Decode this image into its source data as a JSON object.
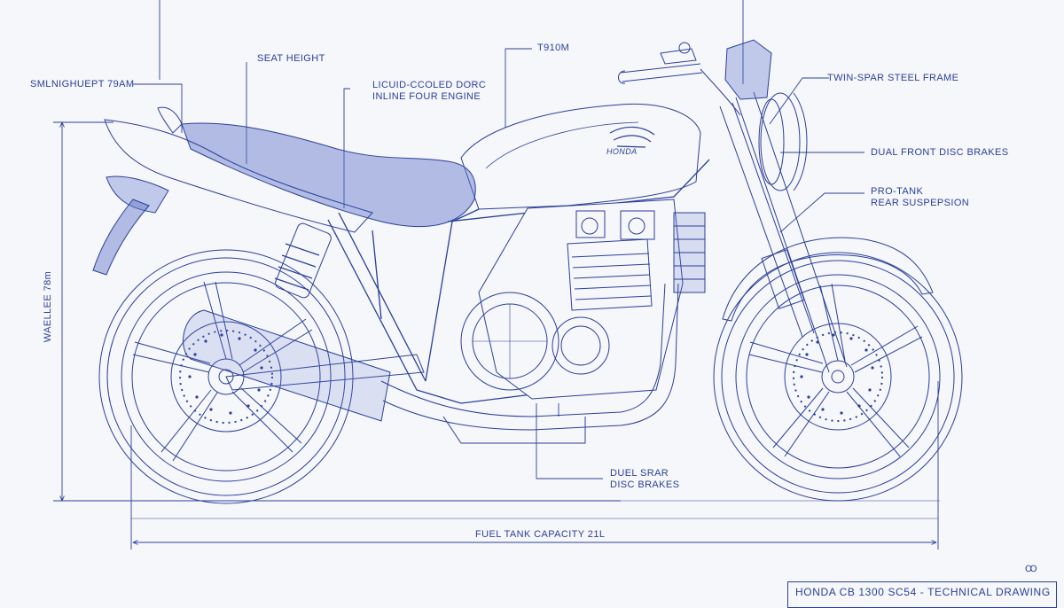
{
  "labels": {
    "seat_height": "SEAT HEIGHT",
    "top_value": "T910M",
    "left_top": "SMLNIGHUEPT 79AM",
    "engine_line1": "LICUID-CCOLED DORC",
    "engine_line2": "INLINE FOUR ENGINE",
    "frame": "TWIN-SPAR STEEL FRAME",
    "front_brakes": "DUAL FRONT DISC BRAKES",
    "suspension_line1": "PRO-TANK",
    "suspension_line2": "REAR SUSPEPSION",
    "rear_brakes_line1": "DUEL SRAR",
    "rear_brakes_line2": "DISC BRAKES",
    "fuel": "FUEL TANK CAPACITY 21L",
    "vertical": "WAELLEE 78m",
    "tank_badge": "HONDA",
    "corner_mark": "Ꝏ",
    "title_block": "HONDA CB 1300 SC54 - TECHNICAL DRAWING"
  },
  "colors": {
    "ink": "#2a3f9a",
    "fill": "#5d72c9",
    "paper": "#f6f7fa"
  }
}
